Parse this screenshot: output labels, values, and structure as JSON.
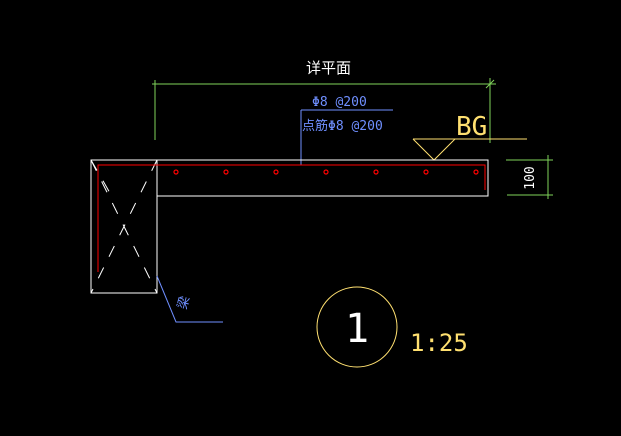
{
  "title_label": "详平面",
  "rebar_label_1": "Φ8 @200",
  "rebar_label_2": "点筋Φ8 @200",
  "elevation_label": "BG",
  "thickness_dim": "100",
  "beam_label": "梁",
  "detail_number": "1",
  "scale": "1:25",
  "colors": {
    "background": "#000000",
    "outline": "#ffffff",
    "rebar": "#ff0000",
    "dimension": "#7fd35a",
    "annotation": "#6f8fff",
    "marker": "#ffe070"
  }
}
